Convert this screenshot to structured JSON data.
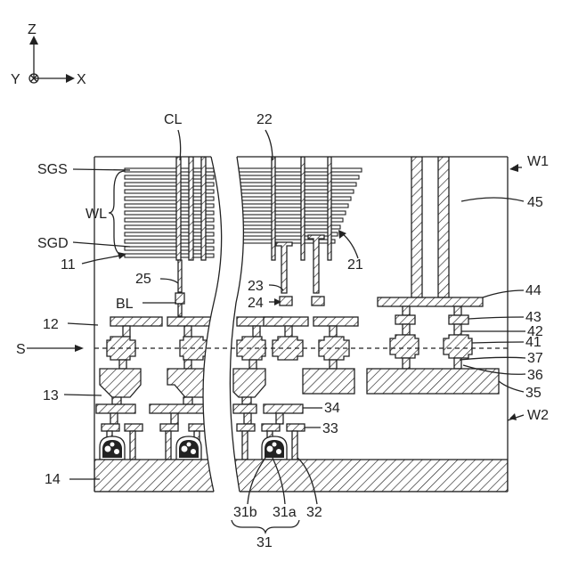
{
  "axes": {
    "z": "Z",
    "y": "Y",
    "x": "X"
  },
  "labels": {
    "w1": "W1",
    "w2": "W2",
    "cl": "CL",
    "l22": "22",
    "sgs": "SGS",
    "wl": "WL",
    "sgd": "SGD",
    "l11": "11",
    "l21": "21",
    "l45": "45",
    "l25": "25",
    "l23": "23",
    "l24": "24",
    "bl": "BL",
    "l44": "44",
    "l12": "12",
    "l43": "43",
    "l42": "42",
    "s": "S",
    "l41": "41",
    "l37": "37",
    "l36": "36",
    "l13": "13",
    "l35": "35",
    "l34": "34",
    "l33": "33",
    "l14": "14",
    "l31b": "31b",
    "l31a": "31a",
    "l32": "32",
    "l31": "31"
  }
}
